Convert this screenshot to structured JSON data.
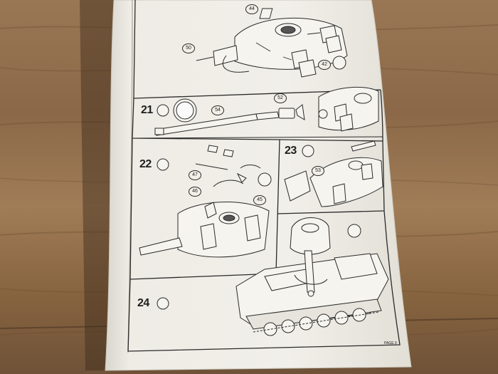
{
  "steps": [
    {
      "number": "21"
    },
    {
      "number": "22"
    },
    {
      "number": "23"
    },
    {
      "number": "24"
    }
  ],
  "parts": [
    "44",
    "50",
    "42",
    "52",
    "54",
    "47",
    "46",
    "45",
    "53"
  ],
  "page_label": "PAGE 9",
  "colors": {
    "wood_dark": "#6f5238",
    "wood_light": "#a7845f",
    "paper": "#efede6",
    "ink": "#2a2a2a"
  }
}
